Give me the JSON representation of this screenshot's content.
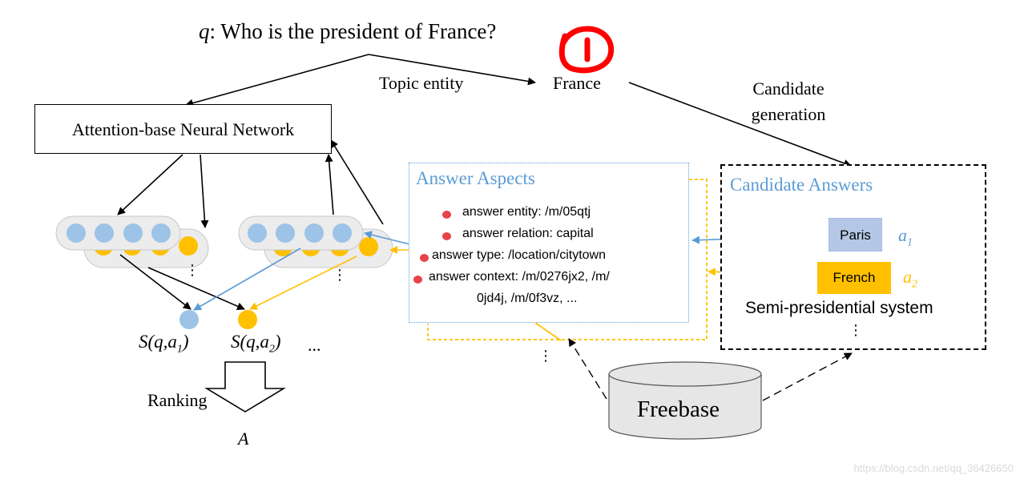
{
  "question": {
    "prefix": "q",
    "text": ": Who is the president of France?"
  },
  "topic_entity_label": "Topic entity",
  "entity": "France",
  "candidate_generation": [
    "Candidate",
    "generation"
  ],
  "network_label": "Attention-base Neural Network",
  "answer_aspects": {
    "title": "Answer Aspects",
    "items": [
      "answer entity: /m/05qtj",
      "answer relation: capital",
      "answer type: /location/citytown",
      "answer context: /m/0276jx2, /m/",
      "0jd4j, /m/0f3vz, ..."
    ]
  },
  "candidate_answers": {
    "title": "Candidate Answers",
    "items": [
      {
        "label": "Paris",
        "var": "a",
        "sub": "1"
      },
      {
        "label": "French",
        "var": "a",
        "sub": "2"
      }
    ],
    "other": "Semi-presidential system"
  },
  "scores": [
    {
      "pre": "S(q,a",
      "sub": "1",
      "post": ")"
    },
    {
      "pre": "S(q,a",
      "sub": "2",
      "post": ")"
    }
  ],
  "ellipsis": "...",
  "vdots": "⋮",
  "ranking_label": "Ranking",
  "final_answer": "A",
  "knowledge_base": "Freebase",
  "watermark": "https://blog.csdn.net/qq_36426650",
  "colors": {
    "blue": "#5b9bd5",
    "blue_fill": "#9dc3e6",
    "orange": "#ffc000",
    "paris_fill": "#b4c7e7",
    "red_mark": "#ff0000"
  }
}
